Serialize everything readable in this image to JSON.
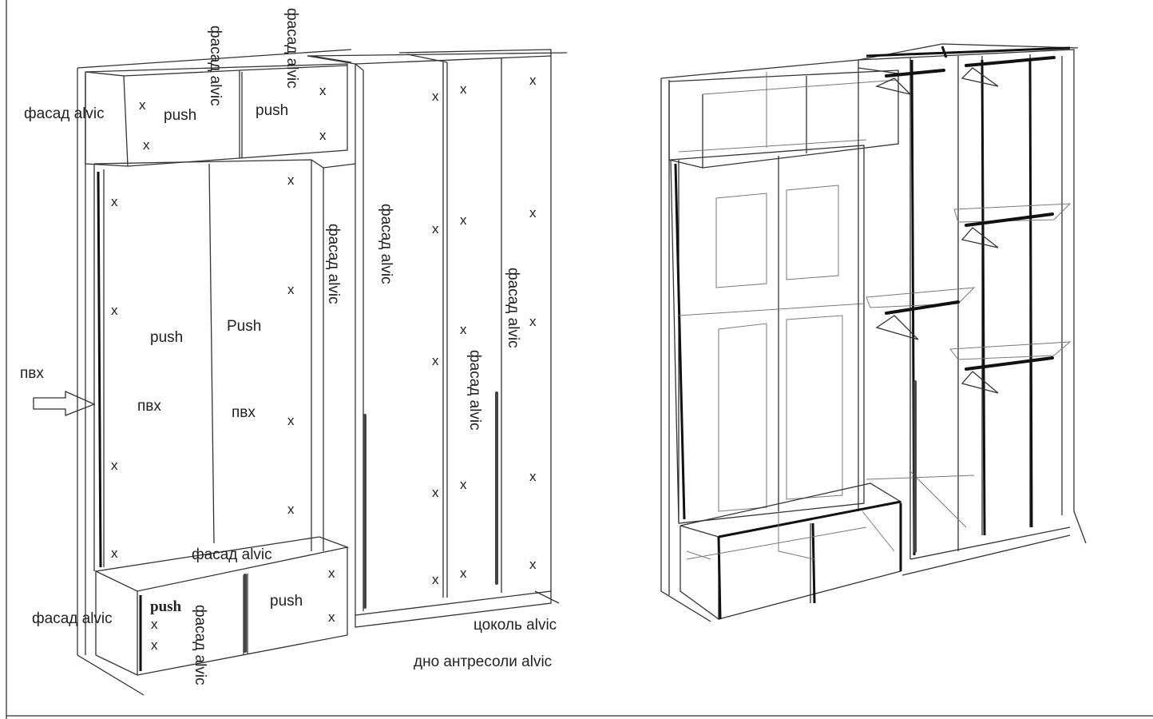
{
  "labels": {
    "facade": "фасад alvic",
    "push": "push",
    "push_cap": "Push",
    "pvc": "пвх",
    "x_mark": "x",
    "plinth": "цоколь alvic",
    "mezzanine_bottom": "дно антресоли  alvic"
  }
}
